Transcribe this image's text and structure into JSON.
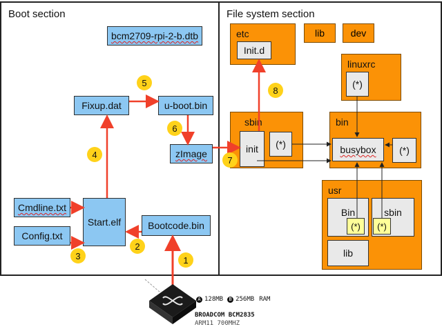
{
  "boot": {
    "title": "Boot section",
    "dtb": "bcm2709-rpi-2-b.dtb",
    "fixup": "Fixup.dat",
    "uboot": "u-boot.bin",
    "zimage": "zImage",
    "cmdline": "Cmdline.txt",
    "config": "Config.txt",
    "startelf": "Start.elf",
    "bootcode": "Bootcode.bin"
  },
  "fs": {
    "title": "File system section",
    "etc": "etc",
    "initd": "Init.d",
    "lib_top": "lib",
    "dev": "dev",
    "linuxrc": "linuxrc",
    "linuxrc_link": "(*)",
    "sbin": "sbin",
    "init": "init",
    "sbin_link": "(*)",
    "bin": "bin",
    "busybox": "busybox",
    "bin_link": "(*)",
    "usr": "usr",
    "usr_bin": "Bin",
    "usr_bin_link": "(*)",
    "usr_sbin": "sbin",
    "usr_sbin_link": "(*)",
    "usr_lib": "lib"
  },
  "steps": [
    "1",
    "2",
    "3",
    "4",
    "5",
    "6",
    "7",
    "8"
  ],
  "chip": {
    "ram_a": "128MB",
    "ram_b": "256MB",
    "ram_unit": "RAM",
    "marker_a": "A",
    "marker_b": "B",
    "vendor": "BROADCOM BCM2835",
    "cpu": "ARM11 700MHZ"
  },
  "colors": {
    "arrow": "#f0402a",
    "file": "#8cc7f2",
    "folder": "#fb9206",
    "step": "#ffd21a"
  }
}
